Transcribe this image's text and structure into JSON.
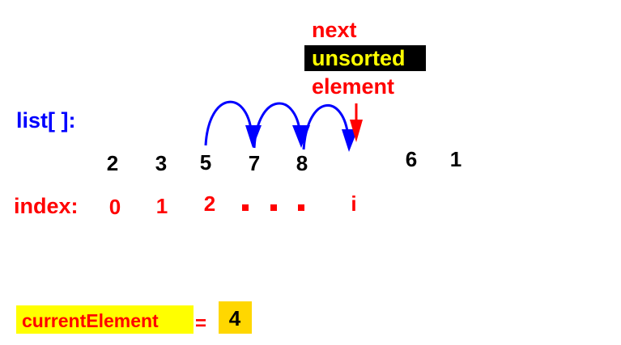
{
  "label_next": "next",
  "label_unsorted": "unsorted",
  "label_element": "element",
  "list_label": "list[ ]:",
  "list_values": [
    "2",
    "3",
    "5",
    "7",
    "8",
    "6",
    "1"
  ],
  "index_label": "index:",
  "indices": [
    "0",
    "1",
    "2",
    "i"
  ],
  "current_element_label": "currentElement",
  "equals": "=",
  "current_element_value": "4",
  "colors": {
    "red": "#ff0000",
    "blue": "#0000ff",
    "yellow": "#ffff00",
    "gold": "#ffd700",
    "black": "#000000"
  }
}
